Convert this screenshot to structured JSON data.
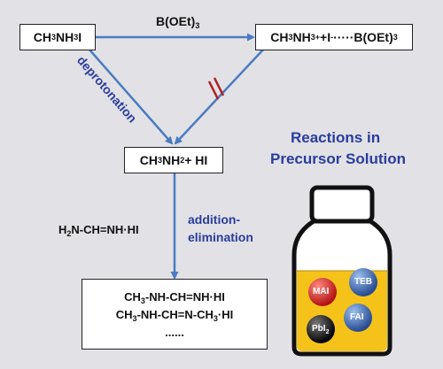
{
  "nodes": {
    "mai_prefix": "CH",
    "mai_sub1": "3",
    "mai_mid": "NH",
    "mai_sub2": "3",
    "mai_suffix": "I",
    "complex_a": "CH",
    "complex_sub1": "3",
    "complex_b": "NH",
    "complex_sub2": "3",
    "complex_sup1": "+",
    "complex_c": "+I",
    "complex_sup2": "-",
    "complex_d": "·····B(OEt)",
    "complex_sub3": "3",
    "amine_a": "CH",
    "amine_sub1": "3",
    "amine_b": "NH",
    "amine_sub2": "2",
    "amine_c": "+ HI",
    "products_line1_a": "CH",
    "products_line1_sub": "3",
    "products_line1_b": "-NH-CH=NH·HI",
    "products_line2_a": "CH",
    "products_line2_sub1": "3",
    "products_line2_b": "-NH-CH=N-CH",
    "products_line2_sub2": "3",
    "products_line2_c": "·HI",
    "products_line3": "......"
  },
  "labels": {
    "teb_a": "B(OEt)",
    "teb_sub": "3",
    "deprotonation": "deprotonation",
    "formamidine_a": "H",
    "formamidine_sub": "2",
    "formamidine_b": "N-CH=NH·HI",
    "addition": "addition-",
    "elimination": "elimination",
    "reactions_line1": "Reactions in",
    "reactions_line2": "Precursor Solution"
  },
  "bottle": {
    "mai": "MAI",
    "teb": "TEB",
    "pbi_a": "PbI",
    "pbi_sub": "2",
    "fai": "FAI"
  },
  "colors": {
    "arrow": "#4a7cc0",
    "title_blue": "#2a3d9c",
    "blocked_mark": "#b02020",
    "liquid": "#f5c21a",
    "mai_ball": "#d42020",
    "teb_ball": "#3a68b8",
    "pbi_ball": "#111111",
    "fai_ball": "#3a68b8"
  }
}
